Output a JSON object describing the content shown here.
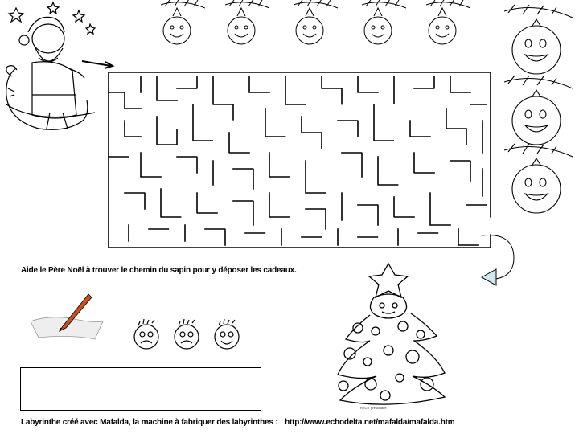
{
  "instruction": "Aide le Père Noël à trouver le chemin du sapin pour y déposer les cadeaux.",
  "credit": {
    "text": "Labyrinthe créé avec Mafalda, la machine à fabriquer des labyrinthes :",
    "url": "http://www.echodelta.net/mafalda/mafalda.htm"
  },
  "stamp": "RÉCIT préscolaire",
  "answer_box_value": "",
  "colors": {
    "ink": "#000000",
    "arrow_fill": "#cfe8ec",
    "pencil": "#c8501e"
  },
  "icons": [
    "santa-claus-drawing",
    "christmas-ornament-drawing",
    "christmas-tree-drawing",
    "pencil-icon",
    "face-icon",
    "arrow-icon"
  ]
}
